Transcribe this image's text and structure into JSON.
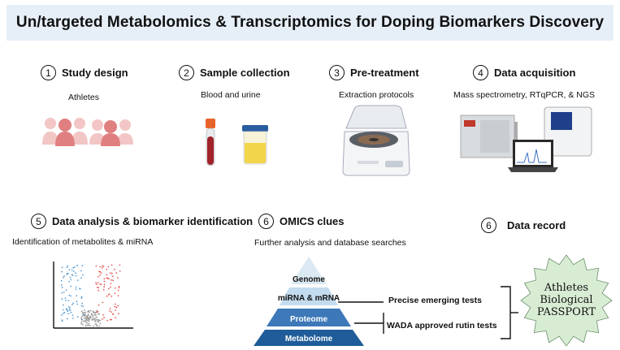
{
  "title": "Un/targeted Metabolomics & Transcriptomics for Doping Biomarkers Discovery",
  "steps": [
    {
      "number": "1",
      "title": "Study design",
      "subtitle": "Athletes"
    },
    {
      "number": "2",
      "title": "Sample collection",
      "subtitle": "Blood  and urine"
    },
    {
      "number": "3",
      "title": "Pre-treatment",
      "subtitle": "Extraction protocols"
    },
    {
      "number": "4",
      "title": "Data acquisition",
      "subtitle": "Mass spectrometry, RTqPCR, & NGS"
    },
    {
      "number": "5",
      "title": "Data analysis & biomarker identification",
      "subtitle": "Identification of metabolites & miRNA"
    },
    {
      "number": "6",
      "title": "OMICS clues",
      "subtitle": "Further analysis and database searches"
    },
    {
      "number": "6",
      "title": "Data record",
      "subtitle": ""
    }
  ],
  "pyramid": {
    "levels": [
      "Genome",
      "miRNA & mRNA",
      "Proteome",
      "Metabolome"
    ],
    "colors": [
      "#dbeaf2",
      "#c3dbee",
      "#3d78b8",
      "#1f5c99"
    ]
  },
  "tests": {
    "precise": "Precise emerging tests",
    "wada": "WADA approved rutin tests"
  },
  "passport": {
    "line1": "Athletes",
    "line2": "Biological",
    "line3": "PASSPORT",
    "color": "#d8ecd4"
  },
  "colors": {
    "banner": "#e6eef8",
    "athlete": "#e07f80",
    "volcano_left": "#5b9fd6",
    "volcano_right": "#e45b5b"
  }
}
